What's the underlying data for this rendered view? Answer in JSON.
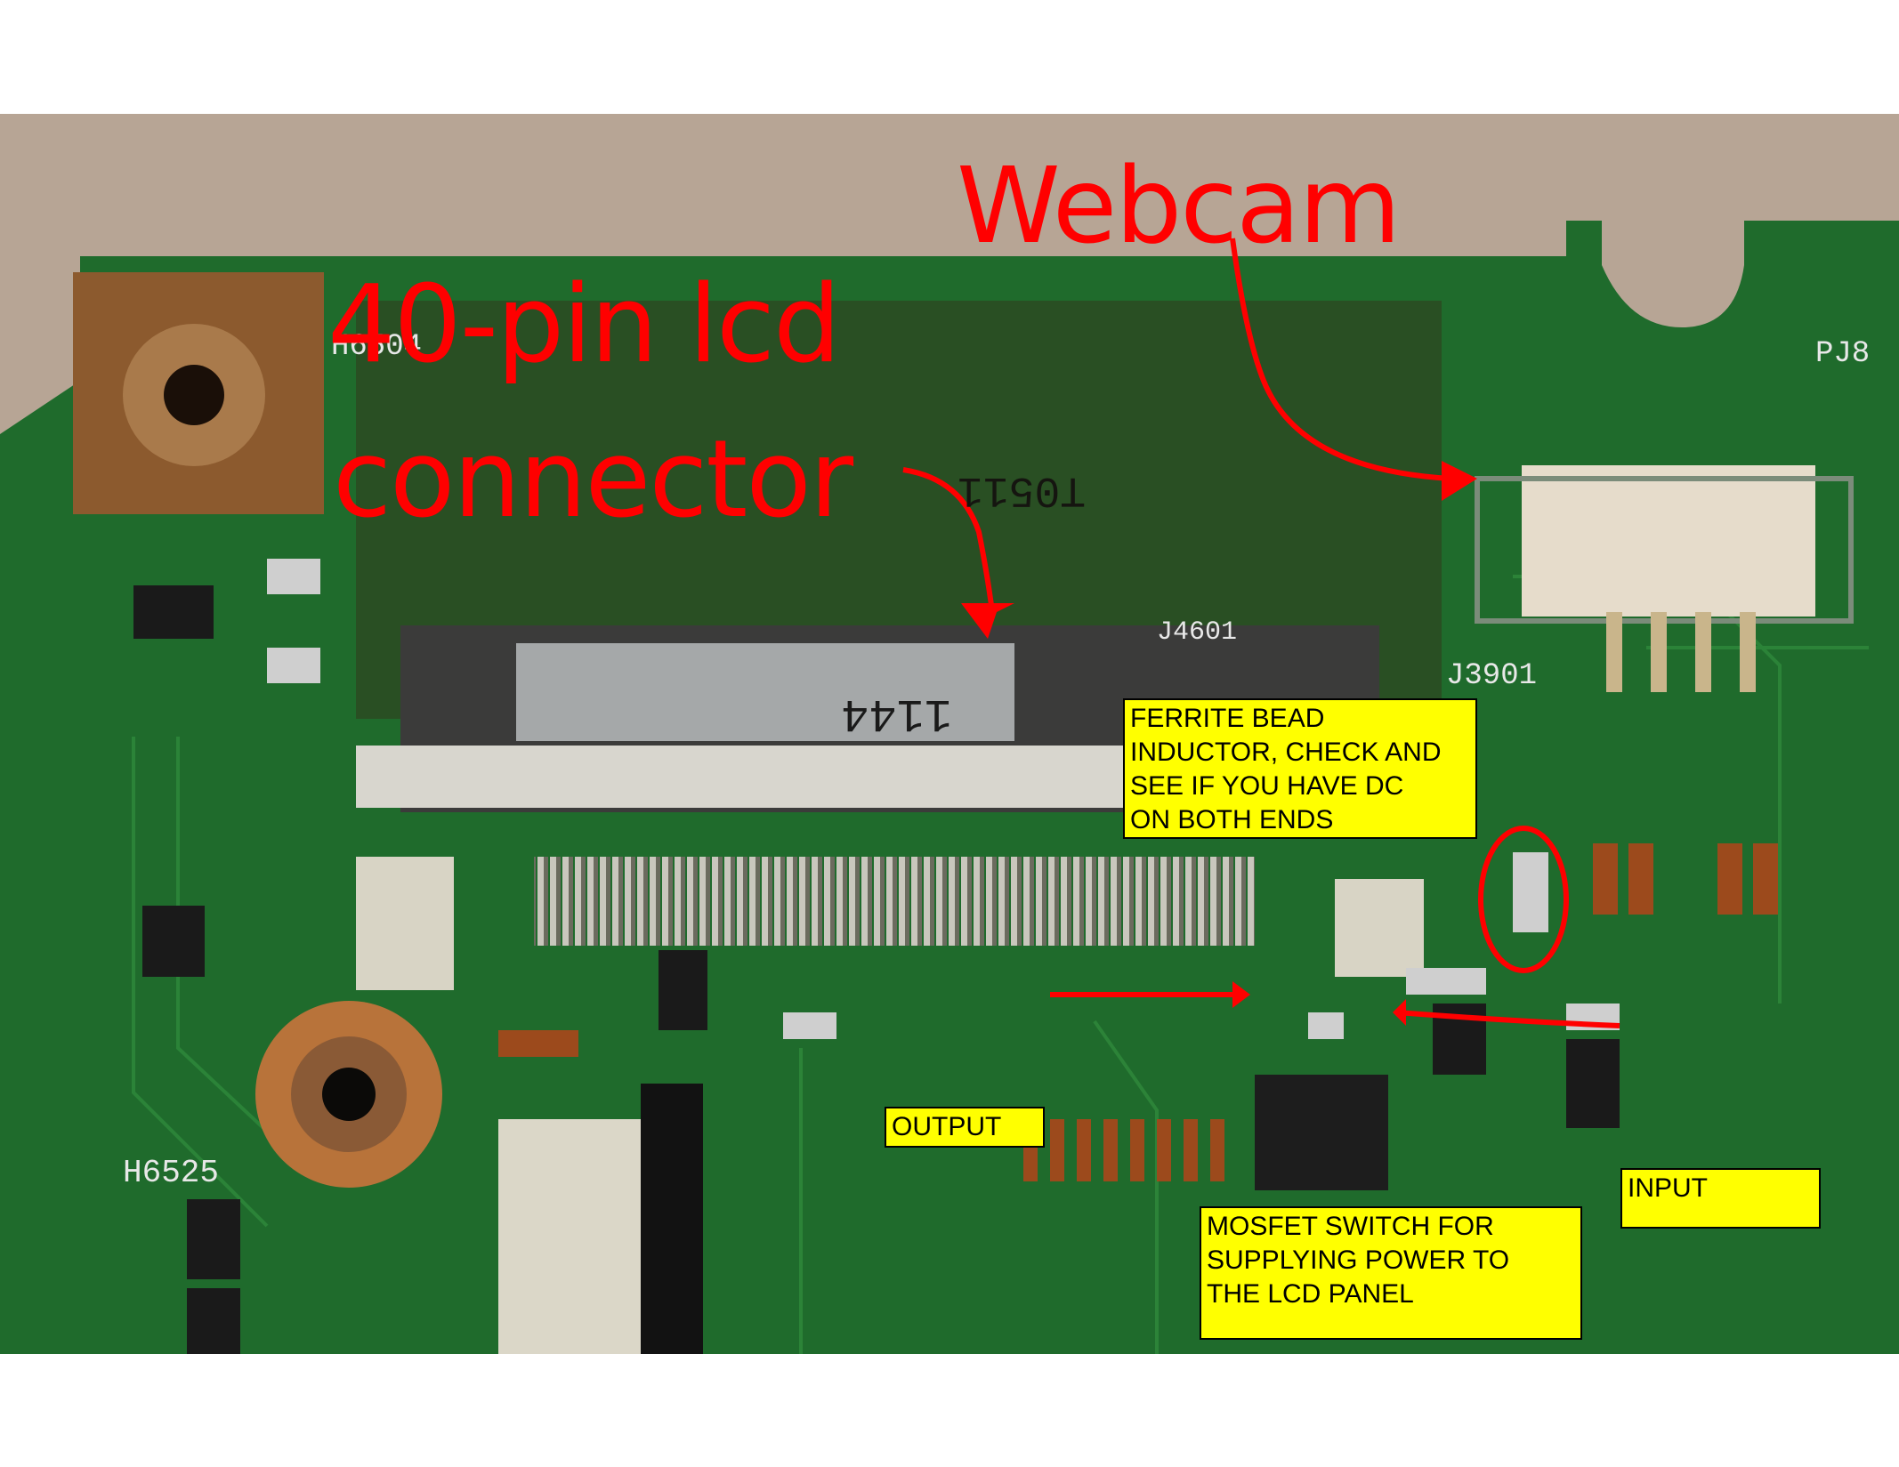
{
  "annotations": {
    "webcam": "Webcam",
    "lcd_connector_line1": "40-pin lcd",
    "lcd_connector_line2": "connector",
    "ferrite_note": "FERRITE BEAD\nINDUCTOR, CHECK AND\nSEE IF YOU HAVE DC\nON BOTH ENDS",
    "output_note": "OUTPUT",
    "input_note": "INPUT",
    "mosfet_note": "MOSFET SWITCH FOR\nSUPPLYING POWER TO\nTHE LCD PANEL"
  },
  "board_markings": {
    "h6504": "H6504",
    "pj8": "PJ8",
    "j3901": "J3901",
    "j4601": "J4601",
    "h6525": "H6525",
    "code_1144": "1144",
    "t0511": "T0511"
  },
  "colors": {
    "annotation_red": "#ff0000",
    "note_yellow": "#ffff00",
    "pcb_green": "#1f6b2c"
  }
}
